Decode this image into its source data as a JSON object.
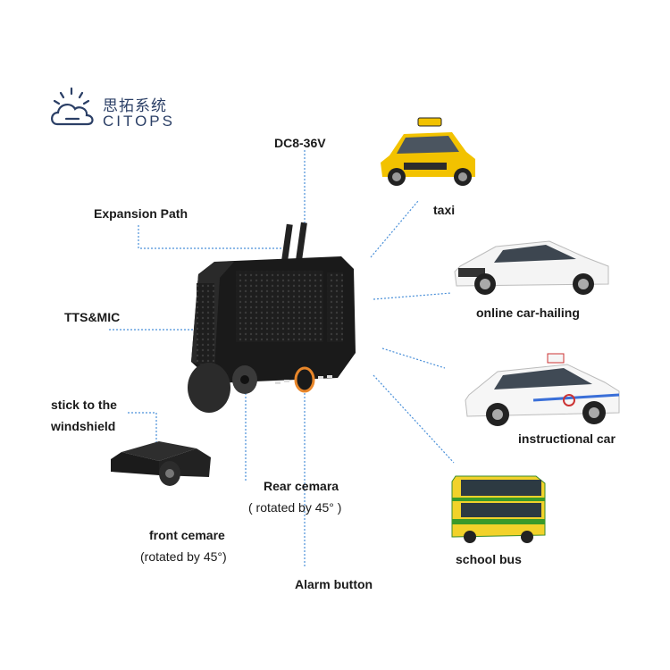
{
  "logo": {
    "name_cn": "思拓系统",
    "name_en": "CITOPS"
  },
  "device_labels": {
    "power": "DC8-36V",
    "expansion": "Expansion Path",
    "tts_mic": "TTS&MIC",
    "stick_line1": "stick to the",
    "stick_line2": "windshield",
    "rear_line1": "Rear cemara",
    "rear_line2": "( rotated by 45° )",
    "front_line1": "front cemare",
    "front_line2": "(rotated by 45°)",
    "alarm": "Alarm button"
  },
  "vehicles": [
    {
      "label": "taxi",
      "icon": "taxi-car",
      "color": "#f2c200"
    },
    {
      "label": "online car-hailing",
      "icon": "white-sedan",
      "color": "#f4f4f4"
    },
    {
      "label": "instructional car",
      "icon": "driving-school-car",
      "color": "#f6f6f6"
    },
    {
      "label": "school bus",
      "icon": "double-decker-bus",
      "color": "#f2d22a"
    }
  ],
  "colors": {
    "leader_line": "#4a90d9",
    "brand": "#2b3f66",
    "alarm_ring": "#e8862a"
  }
}
